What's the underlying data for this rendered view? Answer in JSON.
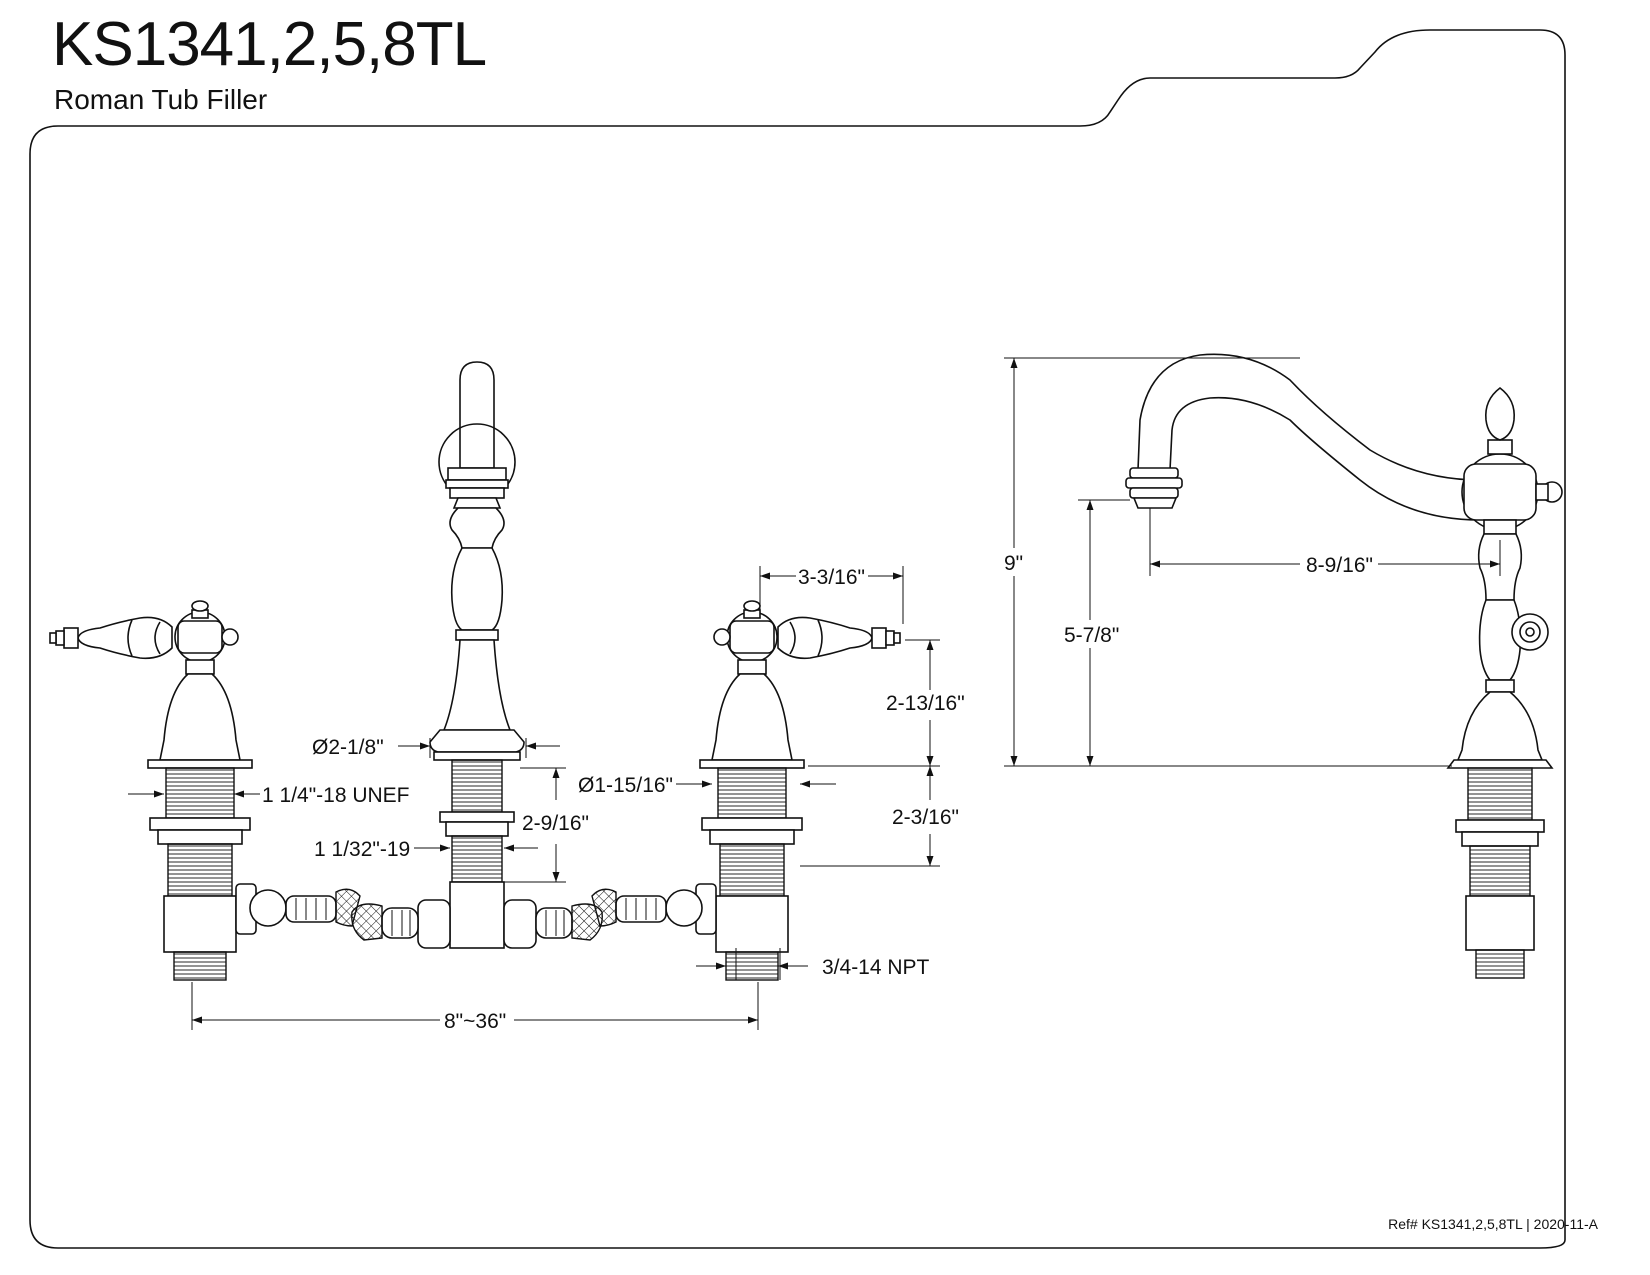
{
  "header": {
    "title": "KS1341,2,5,8TL",
    "subtitle": "Roman Tub Filler"
  },
  "footer": {
    "ref": "Ref# KS1341,2,5,8TL | 2020-11-A"
  },
  "dimensions": {
    "handle_to_spout_width": "3-3/16\"",
    "handle_height": "2-13/16\"",
    "spout_base_dia": "Ø2-1/8\"",
    "handle_base_dia": "Ø1-15/16\"",
    "shank_length_handle": "2-3/16\"",
    "shank_thread_handle": "1 1/4\"-18 UNEF",
    "shank_length_spout": "2-9/16\"",
    "shank_thread_spout": "1 1/32\"-19",
    "inlet_thread": "3/4-14 NPT",
    "spread": "8\"~36\"",
    "overall_height": "9\"",
    "spout_clearance": "5-7/8\"",
    "spout_reach": "8-9/16\""
  }
}
